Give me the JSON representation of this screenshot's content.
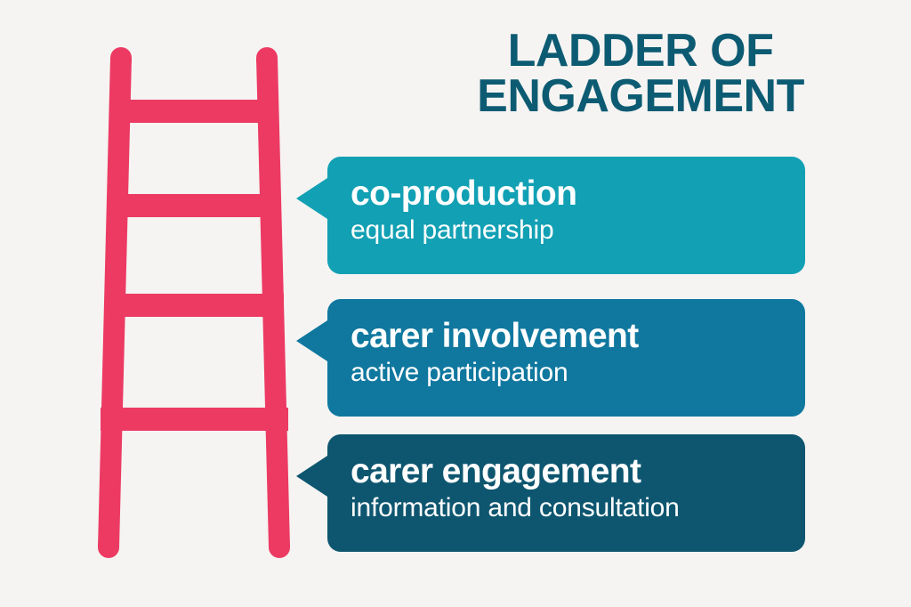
{
  "page": {
    "background_color": "#f5f4f2",
    "title": "LADDER OF\nENGAGEMENT",
    "title_color": "#0d5b73"
  },
  "ladder": {
    "name": "ladder-illustration",
    "color": "#ec3a63",
    "rung_count": 4,
    "rail_count": 2
  },
  "steps": [
    {
      "id": "co-production",
      "title": "co-production",
      "subtitle": "equal partnership",
      "color": "#12a0b4",
      "level": 3
    },
    {
      "id": "carer-involvement",
      "title": "carer involvement",
      "subtitle": "active participation",
      "color": "#10789f",
      "level": 2
    },
    {
      "id": "carer-engagement",
      "title": "carer engagement",
      "subtitle": "information and consultation",
      "color": "#0e5670",
      "level": 1
    }
  ]
}
